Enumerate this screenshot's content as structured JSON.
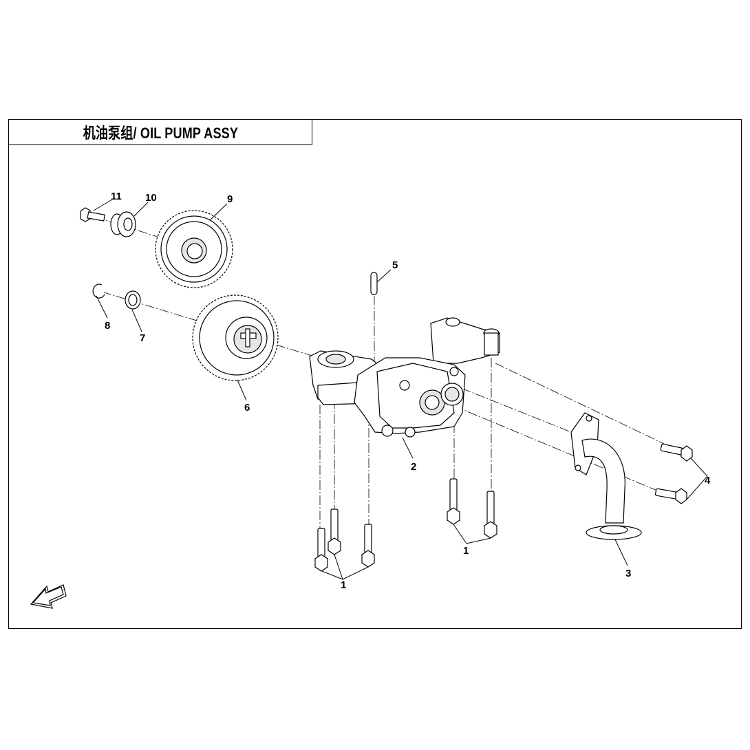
{
  "title": "机油泵组/ OIL PUMP ASSY",
  "callouts": {
    "c1a": "1",
    "c1b": "1",
    "c2": "2",
    "c3": "3",
    "c4": "4",
    "c5": "5",
    "c6": "6",
    "c7": "7",
    "c8": "8",
    "c9": "9",
    "c10": "10",
    "c11": "11"
  },
  "icons": {
    "fwd": "fwd-arrow-icon"
  }
}
